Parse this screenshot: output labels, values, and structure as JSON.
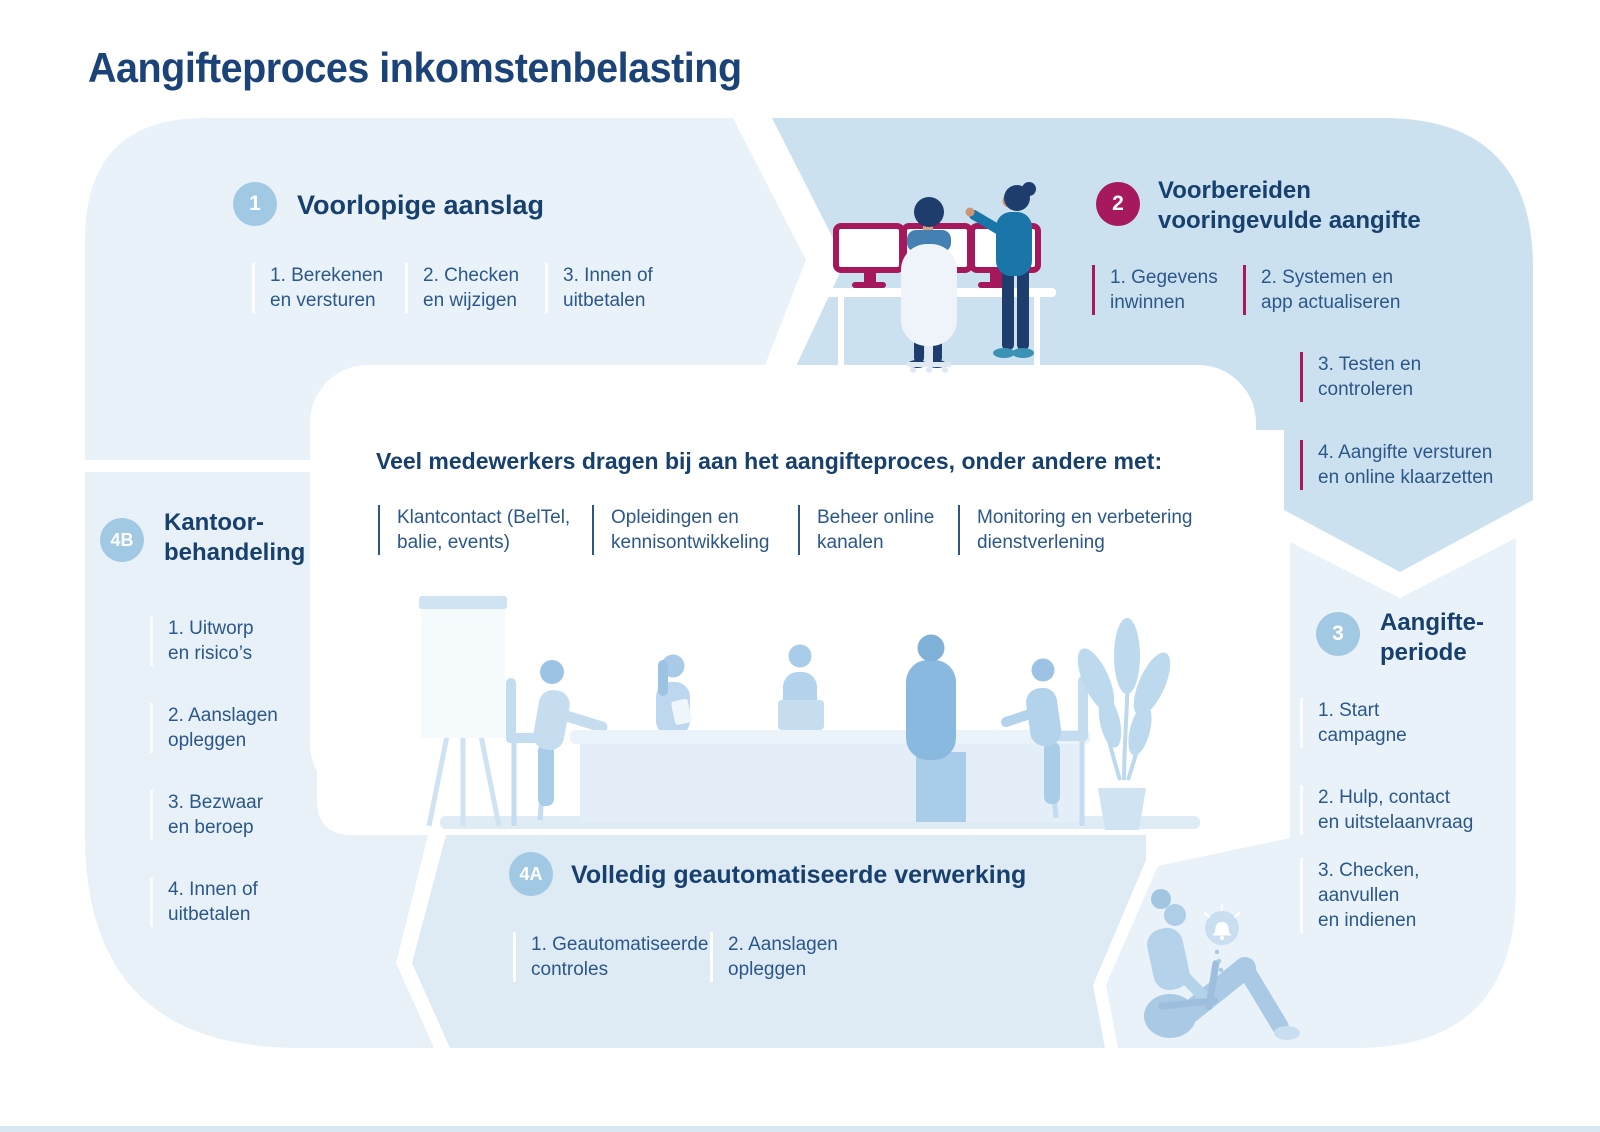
{
  "title": "Aangifteproces inkomstenbelasting",
  "colors": {
    "title_navy": "#1b4377",
    "heading_navy": "#17406f",
    "item_blue": "#2b578a",
    "badge_blue": "#a2c9e3",
    "badge_magenta": "#a6195c",
    "band_light": "#eaf2f9",
    "band_dark": "#cbe1ef",
    "band_lower": "#e7f0f8",
    "monitor_magenta": "#a5195c"
  },
  "steps": {
    "voorlopige_aanslag": {
      "badge": "1",
      "title": "Voorlopige aanslag",
      "items": [
        "1. Berekenen\nen versturen",
        "2. Checken\nen wijzigen",
        "3. Innen of\nuitbetalen"
      ]
    },
    "voorbereiden": {
      "badge": "2",
      "title": "Voorbereiden\nvooringevulde aangifte",
      "items": [
        "1. Gegevens\ninwinnen",
        "2. Systemen en\napp actualiseren",
        "3. Testen en\ncontroleren",
        "4. Aangifte versturen\nen online klaarzetten"
      ]
    },
    "aangifteperiode": {
      "badge": "3",
      "title": "Aangifte-\nperiode",
      "items": [
        "1. Start\ncampagne",
        "2. Hulp, contact\nen uitstelaanvraag",
        "3. Checken,\naanvullen\nen indienen"
      ]
    },
    "volledig_geautomatiseerd": {
      "badge": "4A",
      "title": "Volledig geautomatiseerde verwerking",
      "items": [
        "1. Geautomatiseerde\ncontroles",
        "2. Aanslagen\nopleggen"
      ]
    },
    "kantoorbehandeling": {
      "badge": "4B",
      "title": "Kantoor-\nbehandeling",
      "items": [
        "1. Uitworp\nen risico’s",
        "2. Aanslagen\nopleggen",
        "3. Bezwaar\nen beroep",
        "4. Innen of\nuitbetalen"
      ]
    }
  },
  "center": {
    "heading": "Veel medewerkers dragen bij aan het aangifteproces, onder andere met:",
    "items": [
      "Klantcontact (BelTel,\nbalie, events)",
      "Opleidingen en\nkennisontwikkeling",
      "Beheer online\nkanalen",
      "Monitoring en verbetering\ndienstverlening"
    ]
  }
}
